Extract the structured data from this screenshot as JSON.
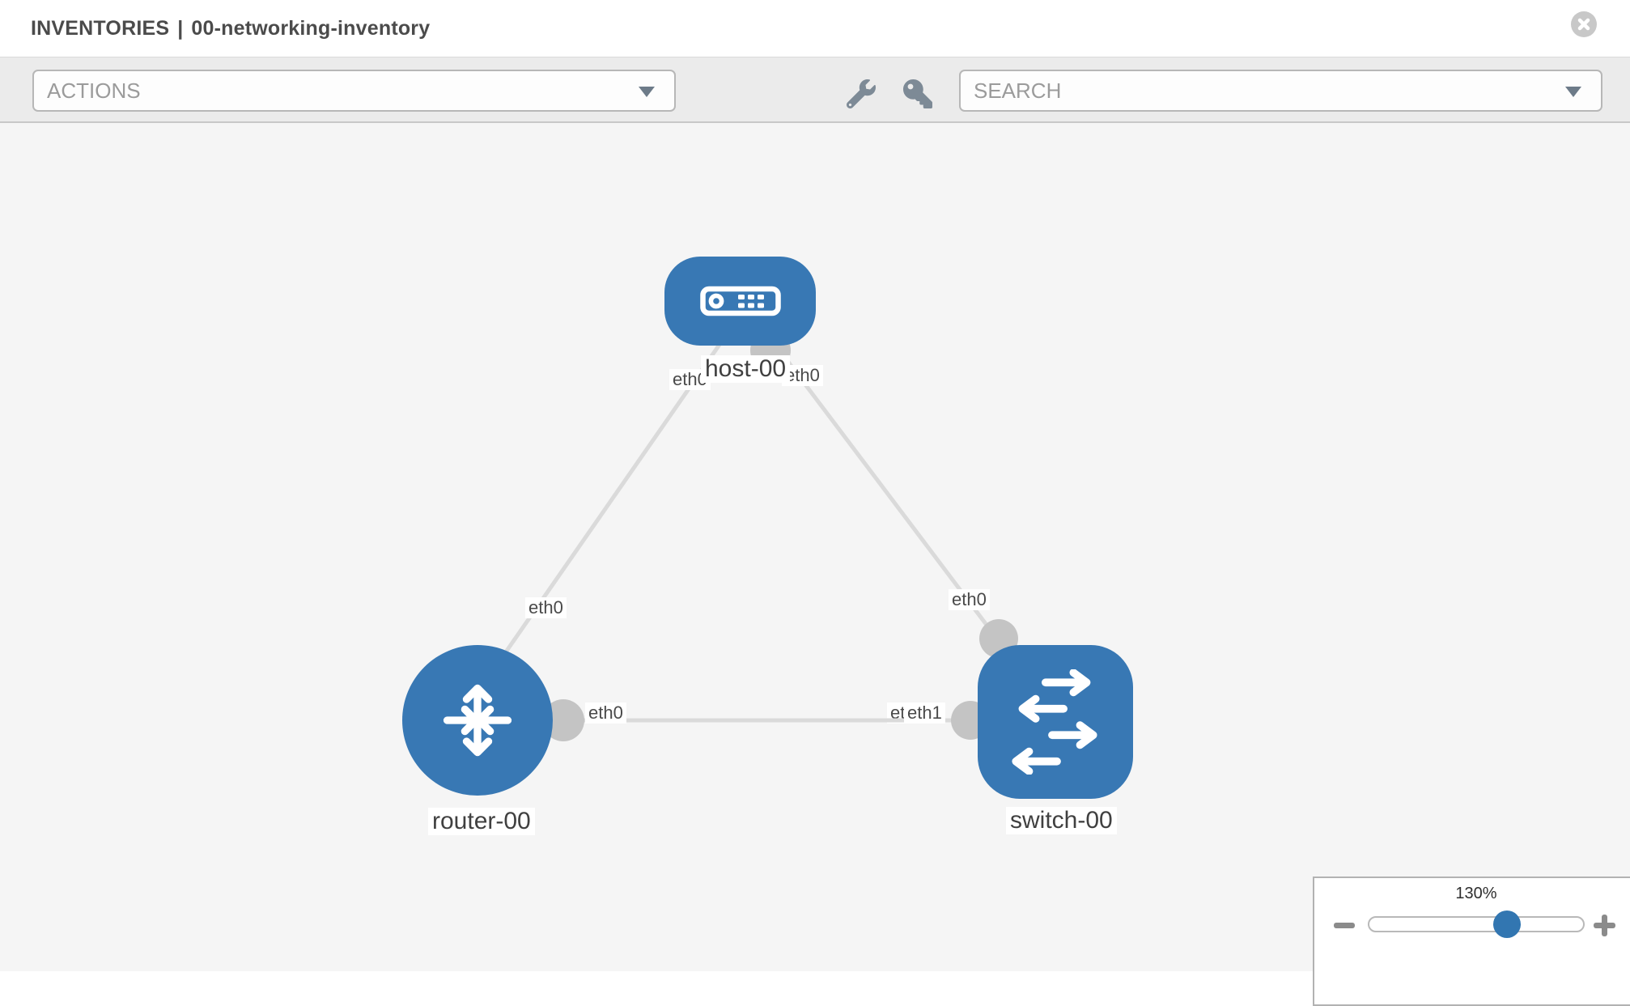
{
  "header": {
    "title_primary": "INVENTORIES",
    "title_separator": "|",
    "title_secondary": "00-networking-inventory"
  },
  "toolbar": {
    "actions_placeholder": "ACTIONS",
    "search_placeholder": "SEARCH",
    "icon_buttons": [
      "wrench-icon",
      "key-icon"
    ]
  },
  "topology": {
    "nodes": {
      "host": {
        "label": "host-00",
        "type": "host"
      },
      "router": {
        "label": "router-00",
        "type": "router"
      },
      "switch": {
        "label": "switch-00",
        "type": "switch"
      }
    },
    "interfaces": {
      "host_left": "eth0",
      "host_right": "eth0",
      "router_top": "eth0",
      "router_link": "eth0",
      "switch_top": "eth0",
      "switch_link_back": "eth0",
      "switch_link_front": "eth1"
    },
    "links": [
      {
        "from": "host-00",
        "from_interface": "eth0",
        "to": "router-00",
        "to_interface": "eth0"
      },
      {
        "from": "host-00",
        "from_interface": "eth0",
        "to": "switch-00",
        "to_interface": "eth0"
      },
      {
        "from": "router-00",
        "from_interface": "eth0",
        "to": "switch-00",
        "to_interface": "eth1"
      }
    ]
  },
  "zoom_control": {
    "value": "130%",
    "percent": 130
  },
  "colors": {
    "node_fill": "#3878b4",
    "link_line": "#dadada",
    "interface_dot": "#c4c4c4",
    "slider_thumb": "#3276b1",
    "toolbar_bg": "#ebebeb",
    "canvas_bg": "#f5f5f5"
  }
}
